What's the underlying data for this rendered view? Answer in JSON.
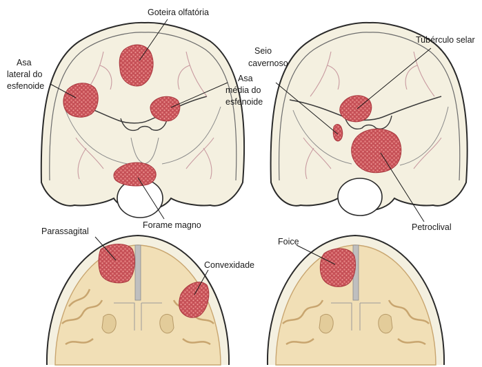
{
  "labels": {
    "goteira_olfatoria": "Goteira olfatória",
    "asa_lateral_l1": "Asa",
    "asa_lateral_l2": "lateral do",
    "asa_lateral_l3": "esfenoide",
    "asa_media_l1": "Asa",
    "asa_media_l2": "média do",
    "asa_media_l3": "esfenoide",
    "seio_cavernoso_l1": "Seio",
    "seio_cavernoso_l2": "cavernoso",
    "tuberculo_selar": "Tubérculo selar",
    "forame_magno": "Forame magno",
    "petroclival": "Petroclival",
    "parassagital": "Parassagital",
    "convexidade": "Convexidade",
    "foice": "Foice"
  },
  "colors": {
    "tumor_fill": "#c9545a",
    "tumor_dot": "#e98a88",
    "tumor_edge": "#a8363d",
    "brain_fill": "#f1dfb6",
    "brain_line": "#c8a56f",
    "skull_fill": "#f4f0e0",
    "bone_line": "#2a2a2a",
    "vessel": "#c89aa0",
    "leader_line": "#1a1a1a"
  }
}
